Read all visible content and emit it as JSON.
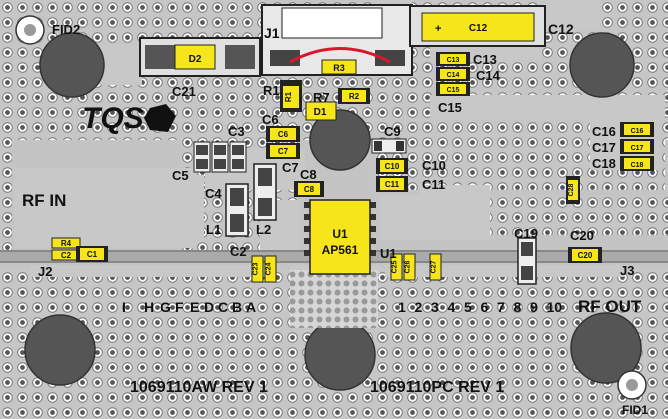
{
  "board": {
    "logo": "TQS",
    "silk": {
      "fid1": "FID1",
      "fid2": "FID2",
      "rf_in": "RF IN",
      "rf_out": "RF OUT",
      "j1": "J1",
      "j2": "J2",
      "j3": "J3",
      "u1": "U1",
      "rev_left": "1069110AW REV 1",
      "rev_right": "1069110PC REV 1",
      "pins_left": [
        "I",
        "H",
        "G",
        "F",
        "E",
        "D",
        "C",
        "B",
        "A"
      ],
      "pins_right": [
        "1",
        "2",
        "3",
        "4",
        "5",
        "6",
        "7",
        "8",
        "9",
        "10"
      ],
      "c21": "C21",
      "c12": "C12",
      "c13": "C13",
      "c14": "C14",
      "c15": "C15",
      "r1": "R1",
      "r7": "R7",
      "d1": "D1",
      "c3": "C3",
      "c5": "C5",
      "c4": "C4",
      "c6": "C6",
      "c7": "C7",
      "c8": "C8",
      "c9": "C9",
      "c10": "C10",
      "c11": "C11",
      "l1": "L1",
      "l2": "L2",
      "c2": "C2",
      "u1b": "U1",
      "c16": "C16",
      "c17": "C17",
      "c18": "C18",
      "c19": "C19",
      "c20": "C20"
    },
    "parts": {
      "d2": "D2",
      "c12": "C12",
      "c12_plus": "+",
      "r3": "R3",
      "r2": "R2",
      "r1": "R1",
      "d1": "D1",
      "c13": "C13",
      "c14": "C14",
      "c15": "C15",
      "c6": "C6",
      "c7": "C7",
      "c8": "C8",
      "c10": "C10",
      "c11": "C11",
      "c16": "C16",
      "c17": "C17",
      "c18": "C18",
      "r4": "R4",
      "c2": "C2",
      "c1": "C1",
      "u1_line1": "U1",
      "u1_line2": "AP561",
      "c23": "C23",
      "c24": "C24",
      "c25": "C25",
      "c26": "C26",
      "c27": "C27",
      "c28": "C28",
      "c20": "C20"
    }
  }
}
